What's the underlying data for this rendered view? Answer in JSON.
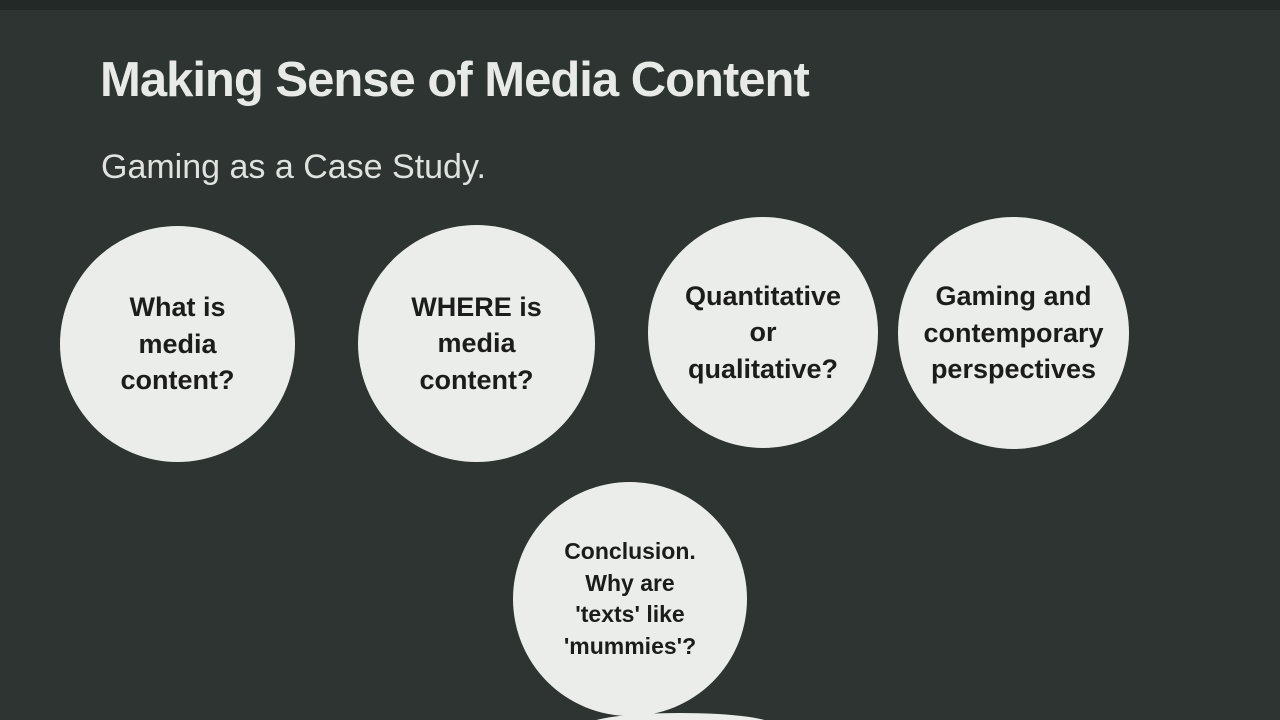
{
  "slide": {
    "title": "Making Sense of Media Content",
    "subtitle": "Gaming as a Case Study.",
    "bubbles": [
      {
        "id": "what-is-media-content",
        "text": "What is\nmedia\ncontent?"
      },
      {
        "id": "where-is-media-content",
        "text": "WHERE is\nmedia\ncontent?"
      },
      {
        "id": "quantitative-or-qualitative",
        "text": "Quantitative\nor\nqualitative?"
      },
      {
        "id": "gaming-and-contemporary-perspectives",
        "text": "Gaming and\ncontemporary\nperspectives"
      },
      {
        "id": "conclusion",
        "text": "Conclusion.\nWhy are\n'texts' like\n'mummies'?"
      }
    ],
    "colors": {
      "background": "#2d3432",
      "top_bar": "#232927",
      "bubble_fill": "#ebedea",
      "bubble_text": "#1c1c1c",
      "title_text": "#e7eae6"
    }
  }
}
